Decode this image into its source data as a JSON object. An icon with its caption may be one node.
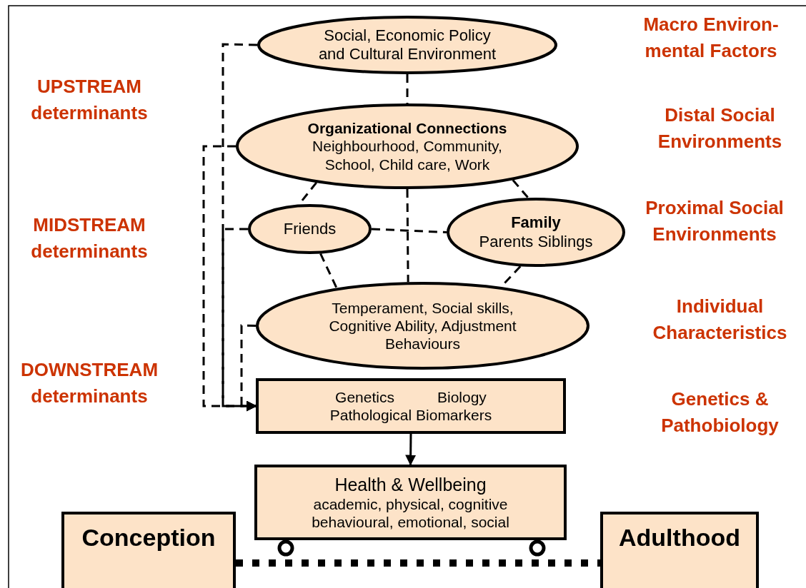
{
  "diagram": {
    "nodes": [
      {
        "text": [
          "Social, Economic Policy and Cultural Environment"
        ]
      },
      {
        "text": [
          "Organizational Connections",
          "Neighbourhood, Community, School, Child care, Work"
        ]
      },
      {
        "text": [
          "Friends"
        ]
      },
      {
        "text": [
          "Family",
          "Parents Siblings"
        ]
      },
      {
        "text": [
          "Temperament, Social skills, Cognitive Ability, Adjustment Behaviours"
        ]
      },
      {
        "text": [
          "Genetics",
          "Biology",
          "Pathological Biomarkers"
        ]
      },
      {
        "text": [
          "Health & Wellbeing",
          "academic, physical, cognitive behavioural, emotional, social"
        ]
      },
      {
        "text": [
          "Conception"
        ]
      },
      {
        "text": [
          "Adulthood"
        ]
      }
    ],
    "edges": [
      {
        "from": 0,
        "to": 1,
        "arrow": "none",
        "style": "dashed"
      },
      {
        "from": 0,
        "to": 5,
        "arrow": "to",
        "style": "dashed"
      },
      {
        "from": 1,
        "to": 5,
        "arrow": "to",
        "style": "dashed"
      },
      {
        "from": 2,
        "to": 5,
        "arrow": "to",
        "style": "dashed"
      },
      {
        "from": 4,
        "to": 5,
        "arrow": "to",
        "style": "dashed"
      },
      {
        "from": 1,
        "to": 2,
        "arrow": "none",
        "style": "dashed"
      },
      {
        "from": 1,
        "to": 3,
        "arrow": "none",
        "style": "dashed"
      },
      {
        "from": 1,
        "to": 4,
        "arrow": "none",
        "style": "dashed"
      },
      {
        "from": 2,
        "to": 3,
        "arrow": "none",
        "style": "dashed"
      },
      {
        "from": 2,
        "to": 4,
        "arrow": "none",
        "style": "dashed"
      },
      {
        "from": 3,
        "to": 4,
        "arrow": "none",
        "style": "dashed"
      },
      {
        "from": 5,
        "to": 6,
        "arrow": "to"
      },
      {
        "from": 7,
        "to": 8,
        "arrow": "none",
        "style": "dashed"
      }
    ],
    "labels": [
      "Macro Environ- mental Factors",
      "UPSTREAM determinants",
      "Distal Social Environments",
      "Proximal Social Environments",
      "MIDSTREAM determinants",
      "Individual Characteristics",
      "DOWNSTREAM determinants",
      "Genetics & Pathobiology"
    ]
  }
}
